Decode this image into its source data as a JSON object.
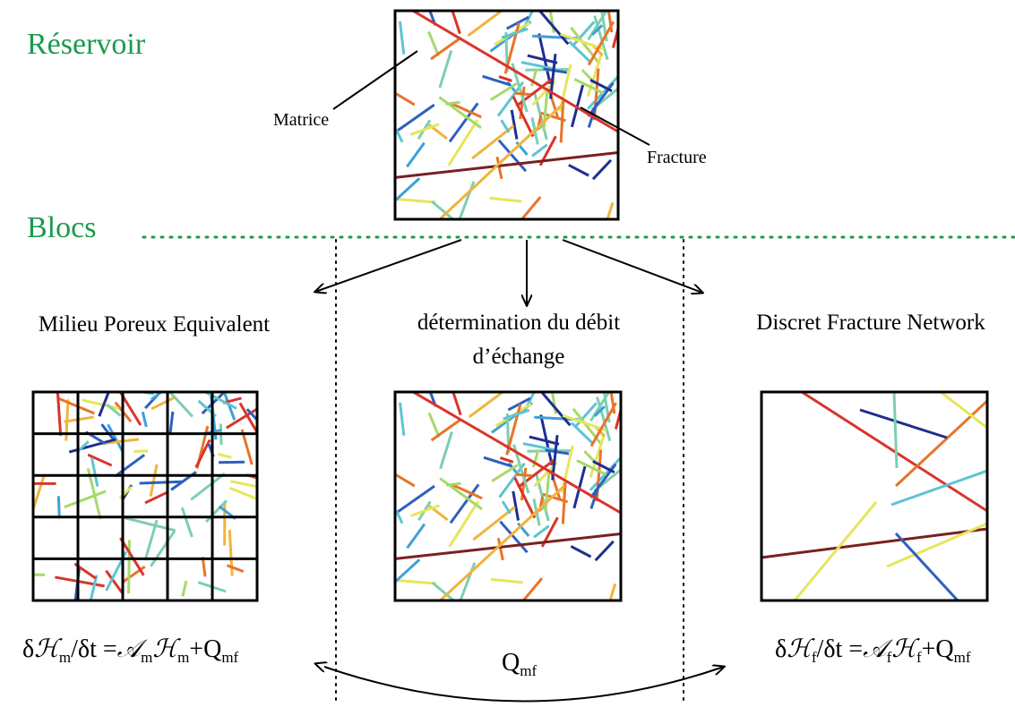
{
  "sections": {
    "reservoir": "Réservoir",
    "blocs": "Blocs"
  },
  "labels": {
    "matrice": "Matrice",
    "fracture": "Fracture"
  },
  "methods": {
    "left_title": "Milieu Poreux Equivalent",
    "middle_title_line1": "détermination du débit",
    "middle_title_line2": "d’échange",
    "right_title": "Discret Fracture Network"
  },
  "equations": {
    "left": {
      "p1": "δ",
      "p2": "ℋ",
      "p2sub": "m",
      "p3": "/δt =",
      "p4": "𝒜",
      "p4sub": "m",
      "p5": "ℋ",
      "p5sub": "m",
      "p6": "+Q",
      "p6sub": "mf"
    },
    "middle": {
      "p1": "Q",
      "p1sub": "mf"
    },
    "right": {
      "p1": "δ",
      "p2": "ℋ",
      "p2sub": "f",
      "p3": "/δt =",
      "p4": "𝒜",
      "p4sub": "f",
      "p5": "ℋ",
      "p5sub": "f",
      "p6": "+Q",
      "p6sub": "mf"
    }
  },
  "colors": {
    "section_green": "#1a9a4c",
    "frame": "#000000",
    "fracture_palette": [
      "#1e2f8f",
      "#2f5fbf",
      "#3fa0d8",
      "#5ec4d2",
      "#7ccfb0",
      "#a6d96a",
      "#e6e65a",
      "#f0b43a",
      "#e8742a",
      "#d9352a",
      "#7a1f1f"
    ]
  }
}
